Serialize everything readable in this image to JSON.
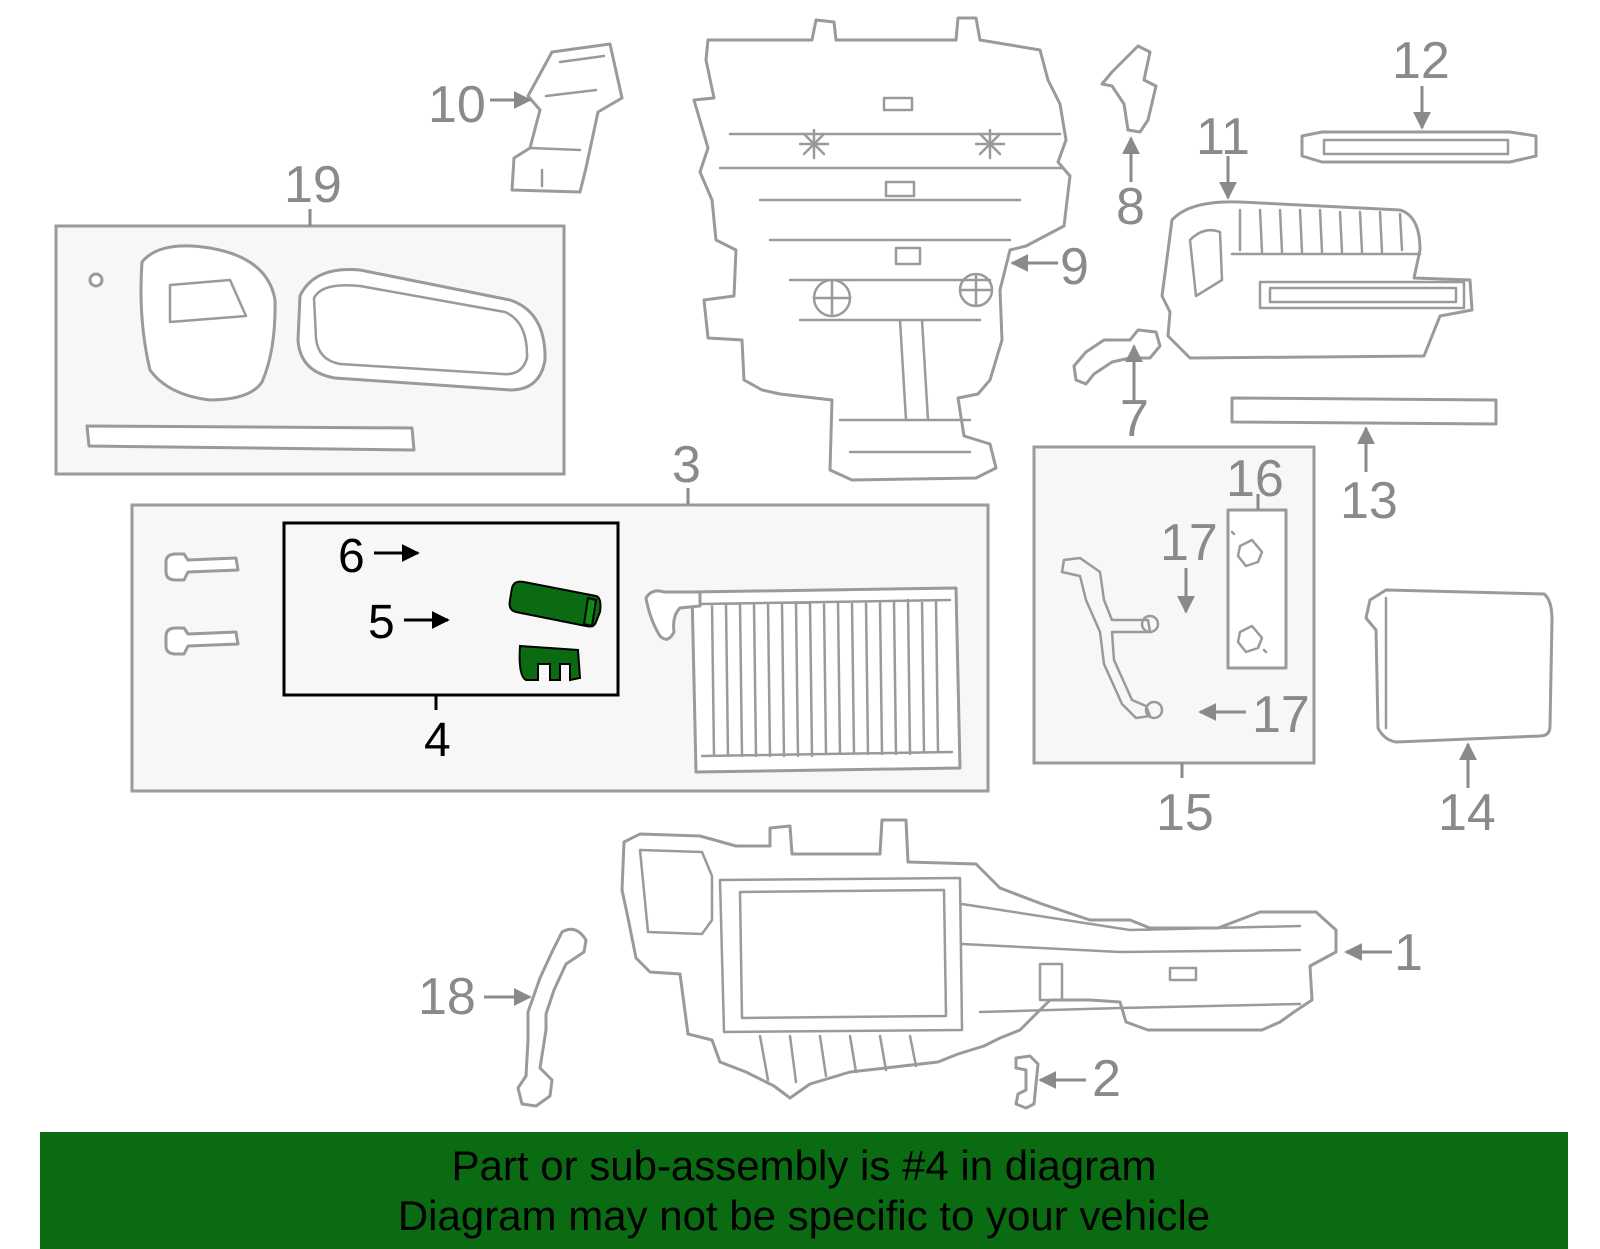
{
  "callouts": {
    "c1": "1",
    "c2": "2",
    "c3": "3",
    "c4": "4",
    "c5": "5",
    "c6": "6",
    "c7": "7",
    "c8": "8",
    "c9": "9",
    "c10": "10",
    "c11": "11",
    "c12": "12",
    "c13": "13",
    "c14": "14",
    "c15": "15",
    "c16": "16",
    "c17a": "17",
    "c17b": "17",
    "c18": "18",
    "c19": "19"
  },
  "highlight_color": "#0b6b12",
  "icons": [
    "heater-housing-icon",
    "clip-icon",
    "heater-core-icon",
    "seal-icon",
    "door-housing-icon",
    "duct-icon",
    "sensor-icon",
    "actuator-icon",
    "evaporator-icon",
    "filter-icon",
    "blower-housing-icon"
  ],
  "banner": {
    "line1": "Part or sub-assembly is #4 in diagram",
    "line2": "Diagram may not be specific to your vehicle"
  }
}
